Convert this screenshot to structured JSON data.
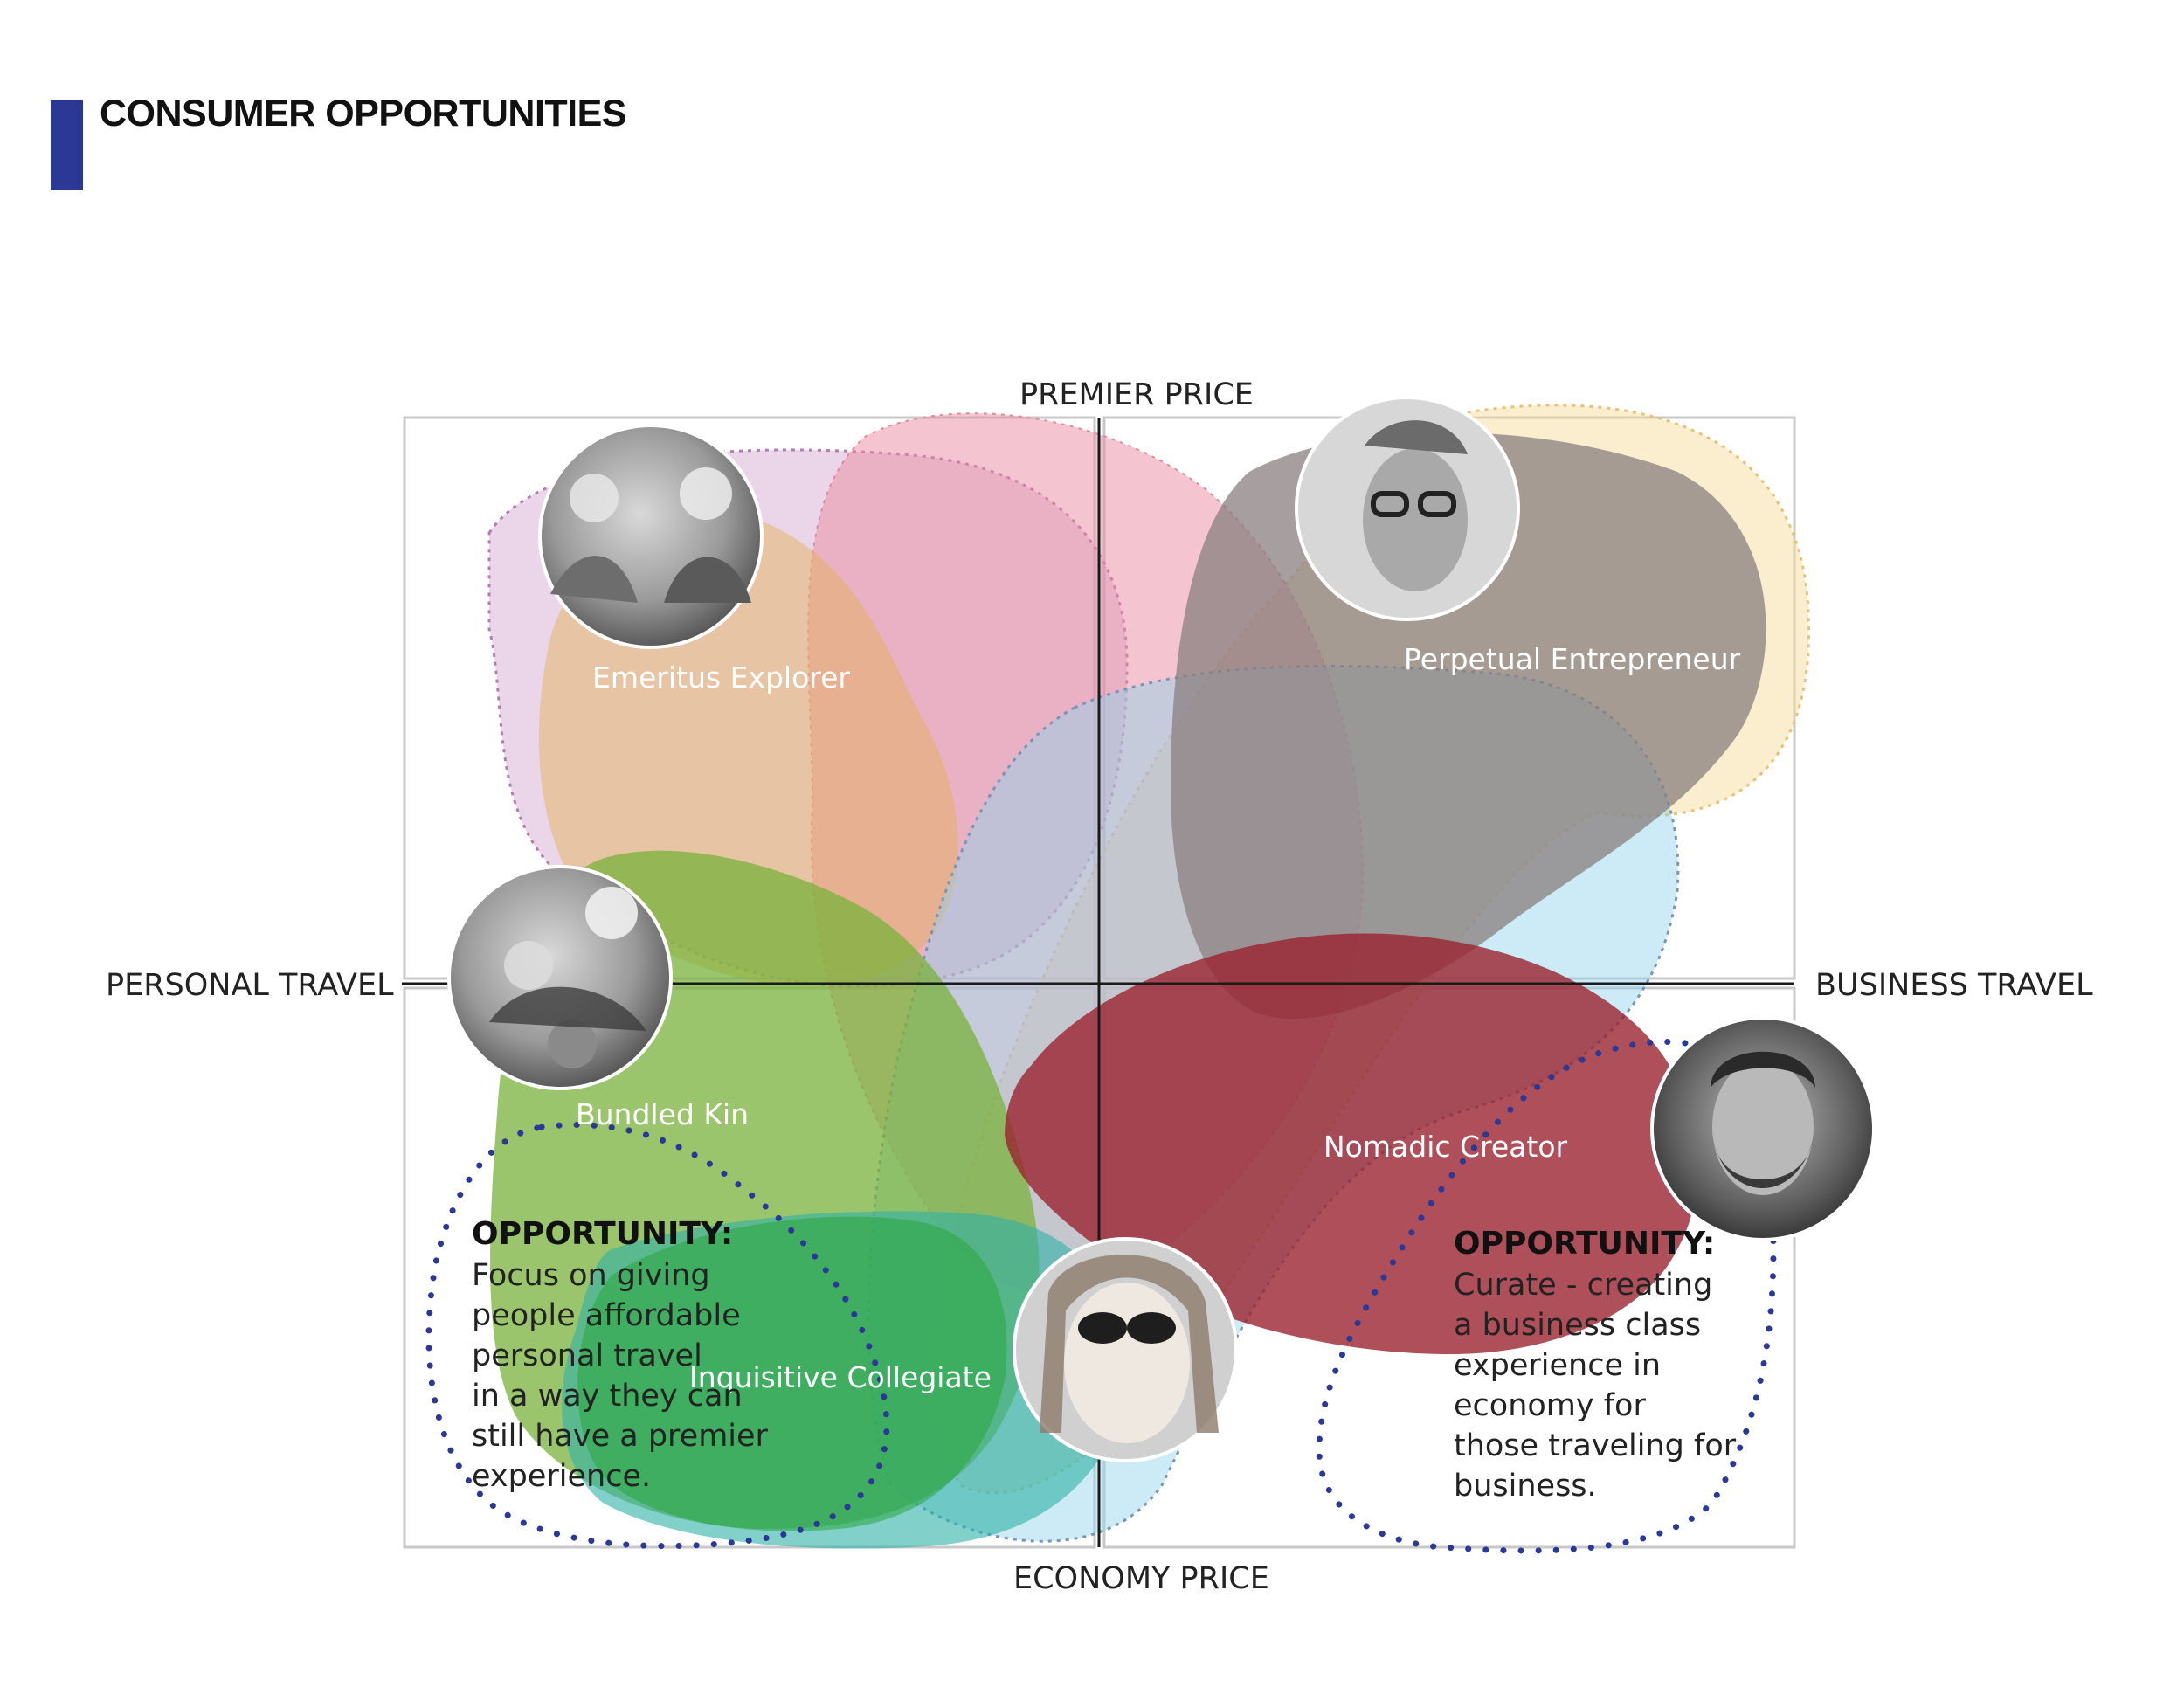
{
  "title": "CONSUMER OPPORTUNITIES",
  "colors": {
    "accent": "#2b3896",
    "dotted_outline": "#2b3896",
    "emeritus": "#e3b15e",
    "perpetual": "#8a7f7f",
    "bundled": "#7ab13b",
    "inquisitive": "#47b7ad",
    "nomadic": "#9a2330",
    "pink": "#ea8ba1",
    "purple": "#c992c2",
    "blue": "#8fd2ea",
    "yellow": "#f5d994"
  },
  "axes": {
    "top": "PREMIER PRICE",
    "bottom": "ECONOMY PRICE",
    "left": "PERSONAL TRAVEL",
    "right": "BUSINESS TRAVEL"
  },
  "personas": [
    {
      "name": "Emeritus Explorer",
      "icon": "couple-photo"
    },
    {
      "name": "Perpetual Entrepreneur",
      "icon": "man-glasses-photo"
    },
    {
      "name": "Bundled Kin",
      "icon": "family-photo"
    },
    {
      "name": "Inquisitive Collegiate",
      "icon": "woman-sunglasses-photo"
    },
    {
      "name": "Nomadic Creator",
      "icon": "bearded-man-photo"
    }
  ],
  "opportunities": [
    {
      "heading": "OPPORTUNITY:",
      "body": "Focus on giving\npeople affordable\npersonal travel\nin a way they can\nstill have a premier\nexperience."
    },
    {
      "heading": "OPPORTUNITY:",
      "body": "Curate - creating\na business  class\nexperience in\neconomy for\nthose traveling for\nbusiness."
    }
  ]
}
